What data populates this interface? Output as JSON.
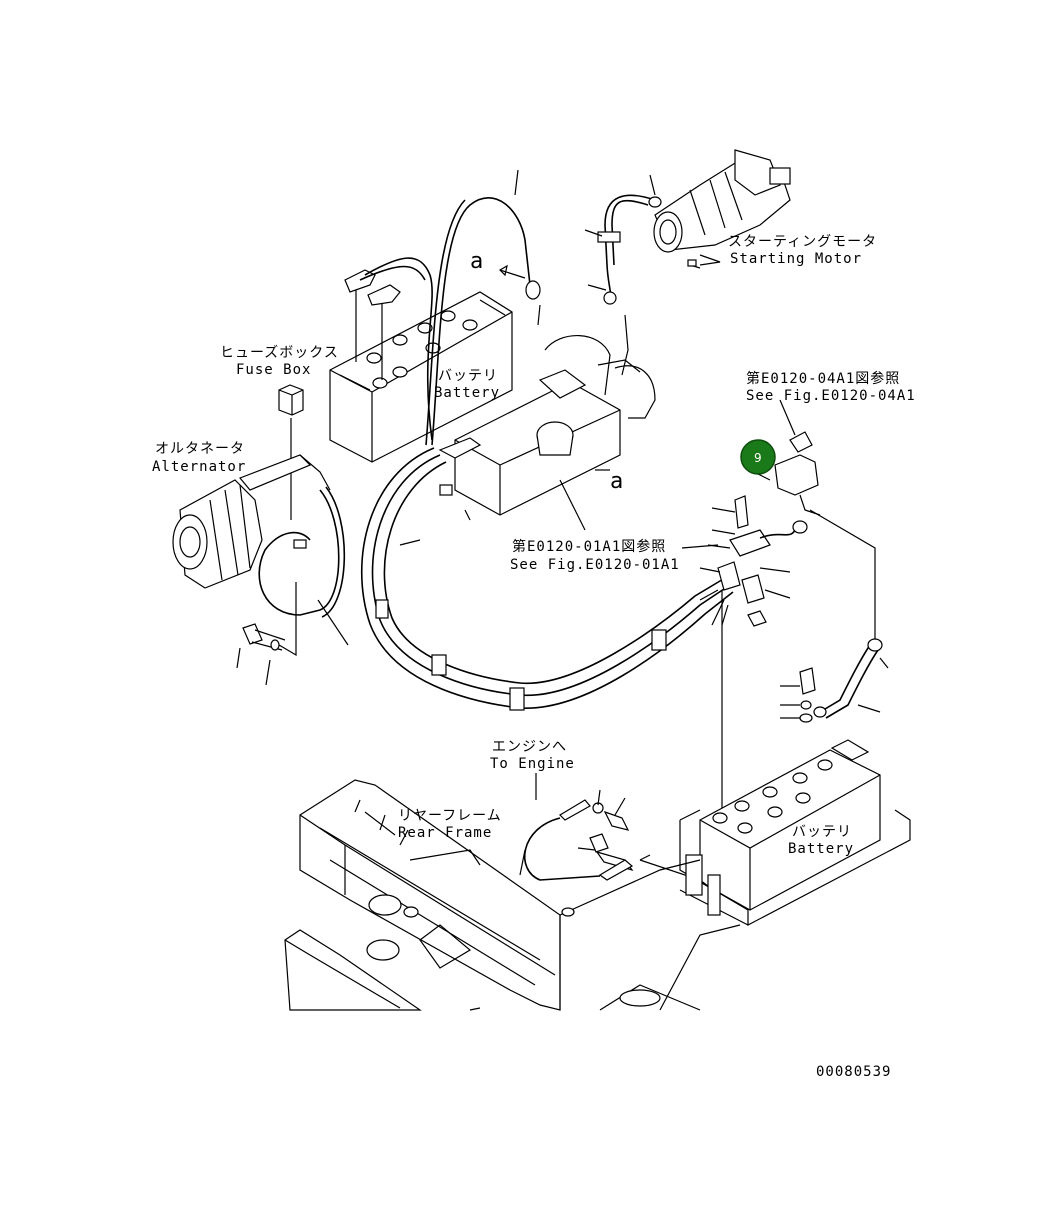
{
  "labels": {
    "starting_motor_jp": "スターティングモータ",
    "starting_motor_en": "Starting Motor",
    "battery_top_jp": "バッテリ",
    "battery_top_en": "Battery",
    "fuse_box_jp": "ヒューズボックス",
    "fuse_box_en": "Fuse Box",
    "alternator_jp": "オルタネータ",
    "alternator_en": "Alternator",
    "ref_04_jp": "第E0120-04A1図参照",
    "ref_04_en": "See Fig.E0120-04A1",
    "ref_01_jp": "第E0120-01A1図参照",
    "ref_01_en": "See Fig.E0120-01A1",
    "to_engine_jp": "エンジンへ",
    "to_engine_en": "To Engine",
    "rear_frame_jp": "リヤーフレーム",
    "rear_frame_en": "Rear Frame",
    "battery_bottom_jp": "バッテリ",
    "battery_bottom_en": "Battery",
    "mark_a_1": "a",
    "mark_a_2": "a",
    "drawing_number": "00080539"
  },
  "marker": {
    "text": "9",
    "color": "#1a7a1a"
  }
}
